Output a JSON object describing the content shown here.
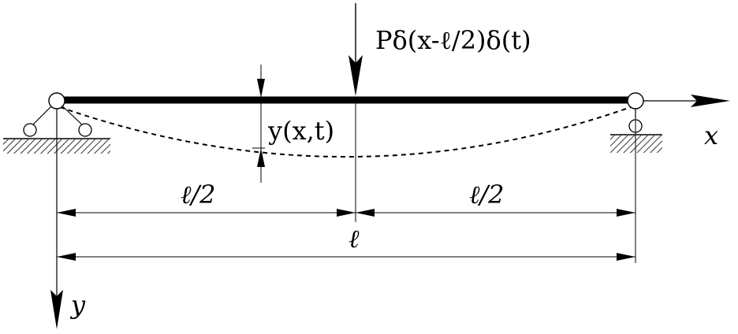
{
  "labels": {
    "load": "Pδ(x-ℓ/2)δ(t)",
    "deflection": "y(x,t)",
    "x_axis": "x",
    "y_axis": "y",
    "half_left": "ℓ/2",
    "half_right": "ℓ/2",
    "total": "ℓ"
  },
  "colors": {
    "ink": "#000000",
    "background": "#ffffff"
  }
}
